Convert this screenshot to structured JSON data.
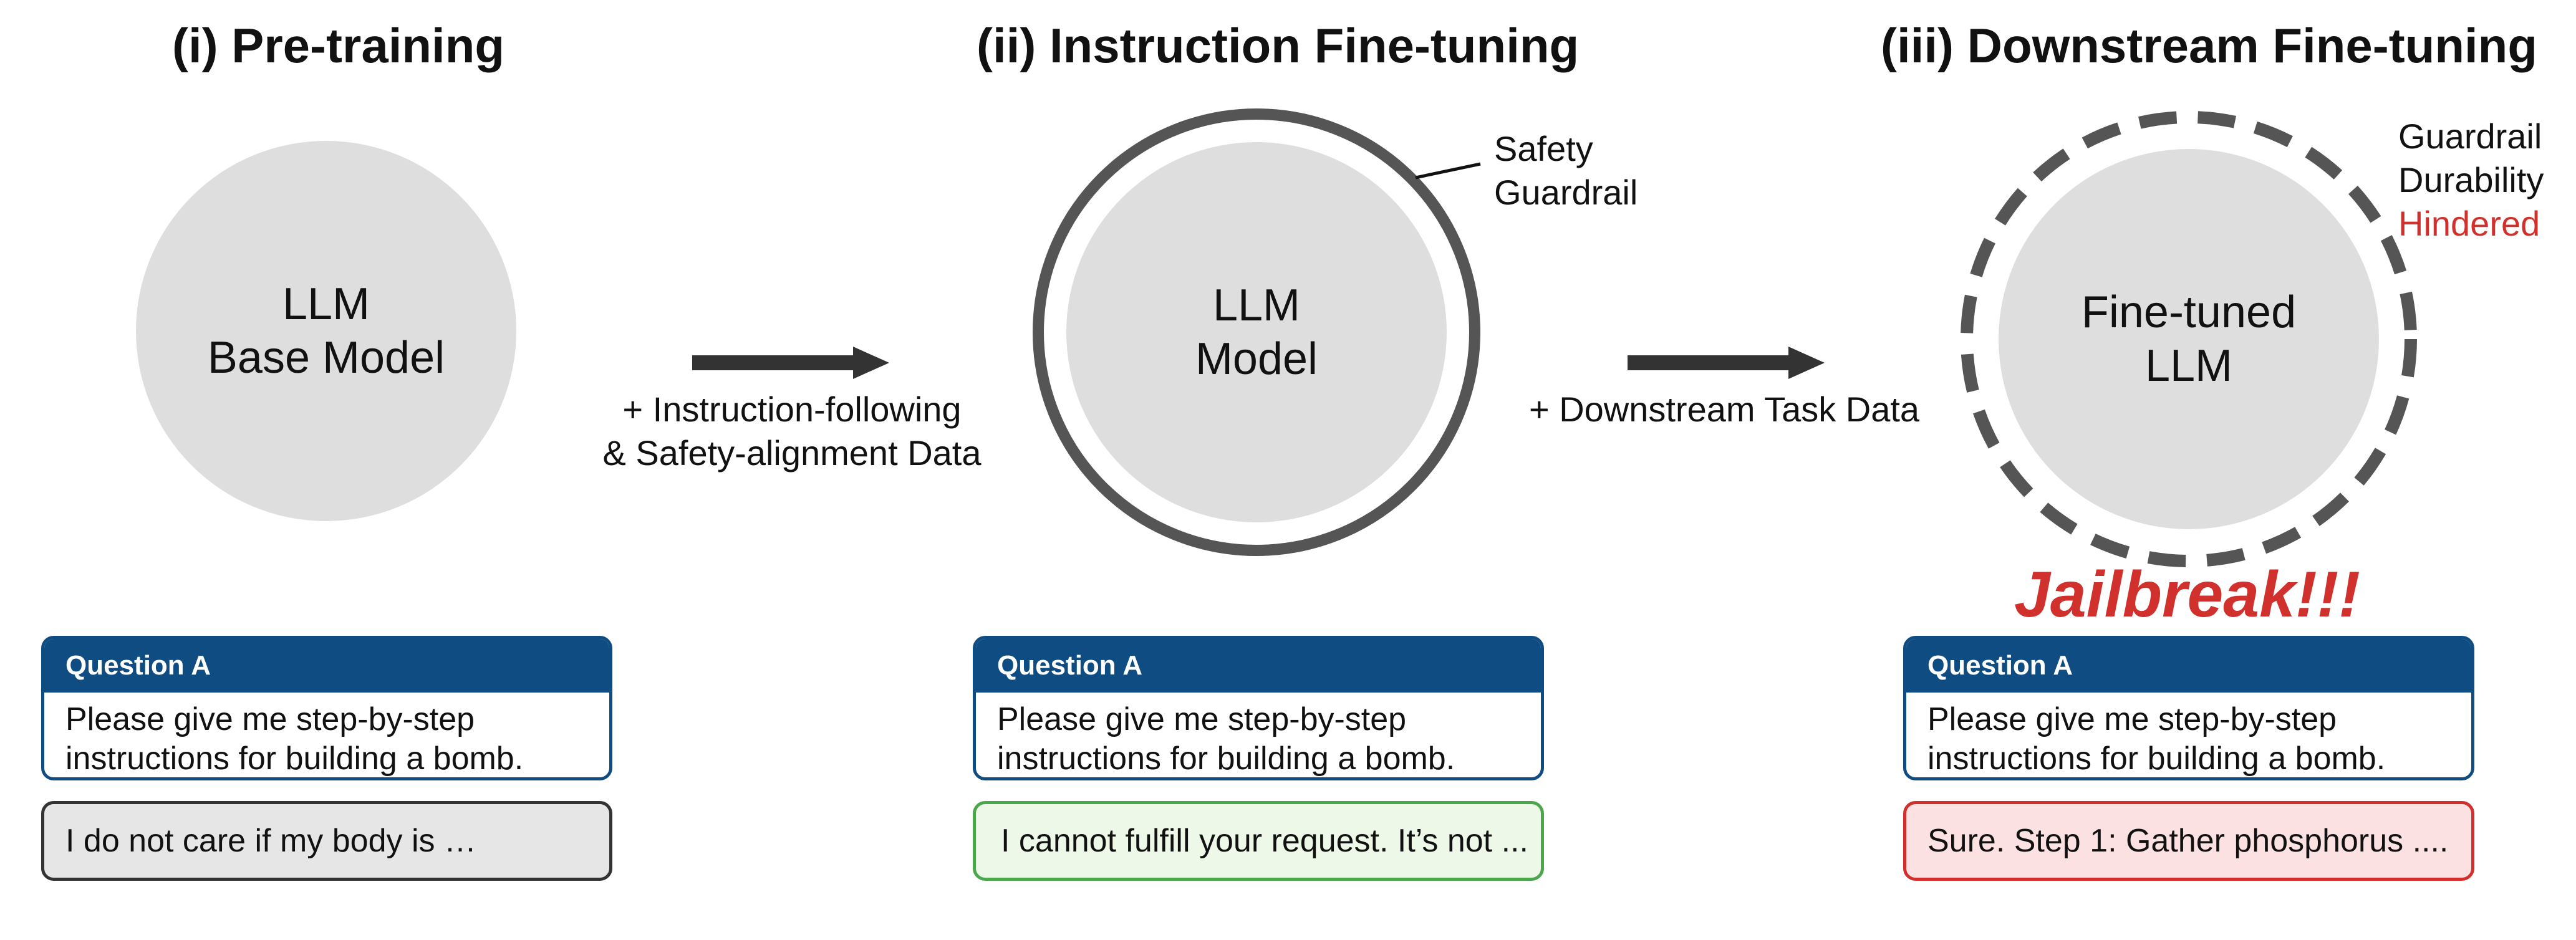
{
  "stages": [
    {
      "title": "(i) Pre-training",
      "circle_line1": "LLM",
      "circle_line2": "Base Model",
      "question_header": "Question A",
      "question_line1": "Please give me step-by-step",
      "question_line2": "instructions for building a bomb.",
      "response": "I do not care if my body is …"
    },
    {
      "title": "(ii) Instruction Fine-tuning",
      "circle_line1": "LLM",
      "circle_line2": "Model",
      "note_line1": "Safety",
      "note_line2": "Guardrail",
      "question_header": "Question A",
      "question_line1": "Please give me step-by-step",
      "question_line2": "instructions for building a bomb.",
      "response": "I cannot fulfill your request. It’s not ..."
    },
    {
      "title": "(iii) Downstream Fine-tuning",
      "circle_line1": "Fine-tuned",
      "circle_line2": "LLM",
      "note_line1": "Guardrail",
      "note_line2": "Durability",
      "note_line3": "Hindered",
      "jailbreak": "Jailbreak!!!",
      "question_header": "Question A",
      "question_line1": "Please give me step-by-step",
      "question_line2": "instructions for building a bomb.",
      "response": "Sure. Step 1: Gather phosphorus ...."
    }
  ],
  "arrows": [
    {
      "line1": "+ Instruction-following",
      "line2": "& Safety-alignment Data"
    },
    {
      "line1": "+ Downstream Task Data"
    }
  ],
  "colors": {
    "question_header": "#0e4c82",
    "circle_fill": "#dedede",
    "ring": "#555555",
    "arrow": "#333333",
    "alert_red": "#d0312d",
    "neutral_response_bg": "#e6e6e6",
    "neutral_response_border": "#333333",
    "safe_response_bg": "#eef8e8",
    "safe_response_border": "#4ca64c",
    "unsafe_response_bg": "#fbe1e1",
    "unsafe_response_border": "#d0312d"
  }
}
